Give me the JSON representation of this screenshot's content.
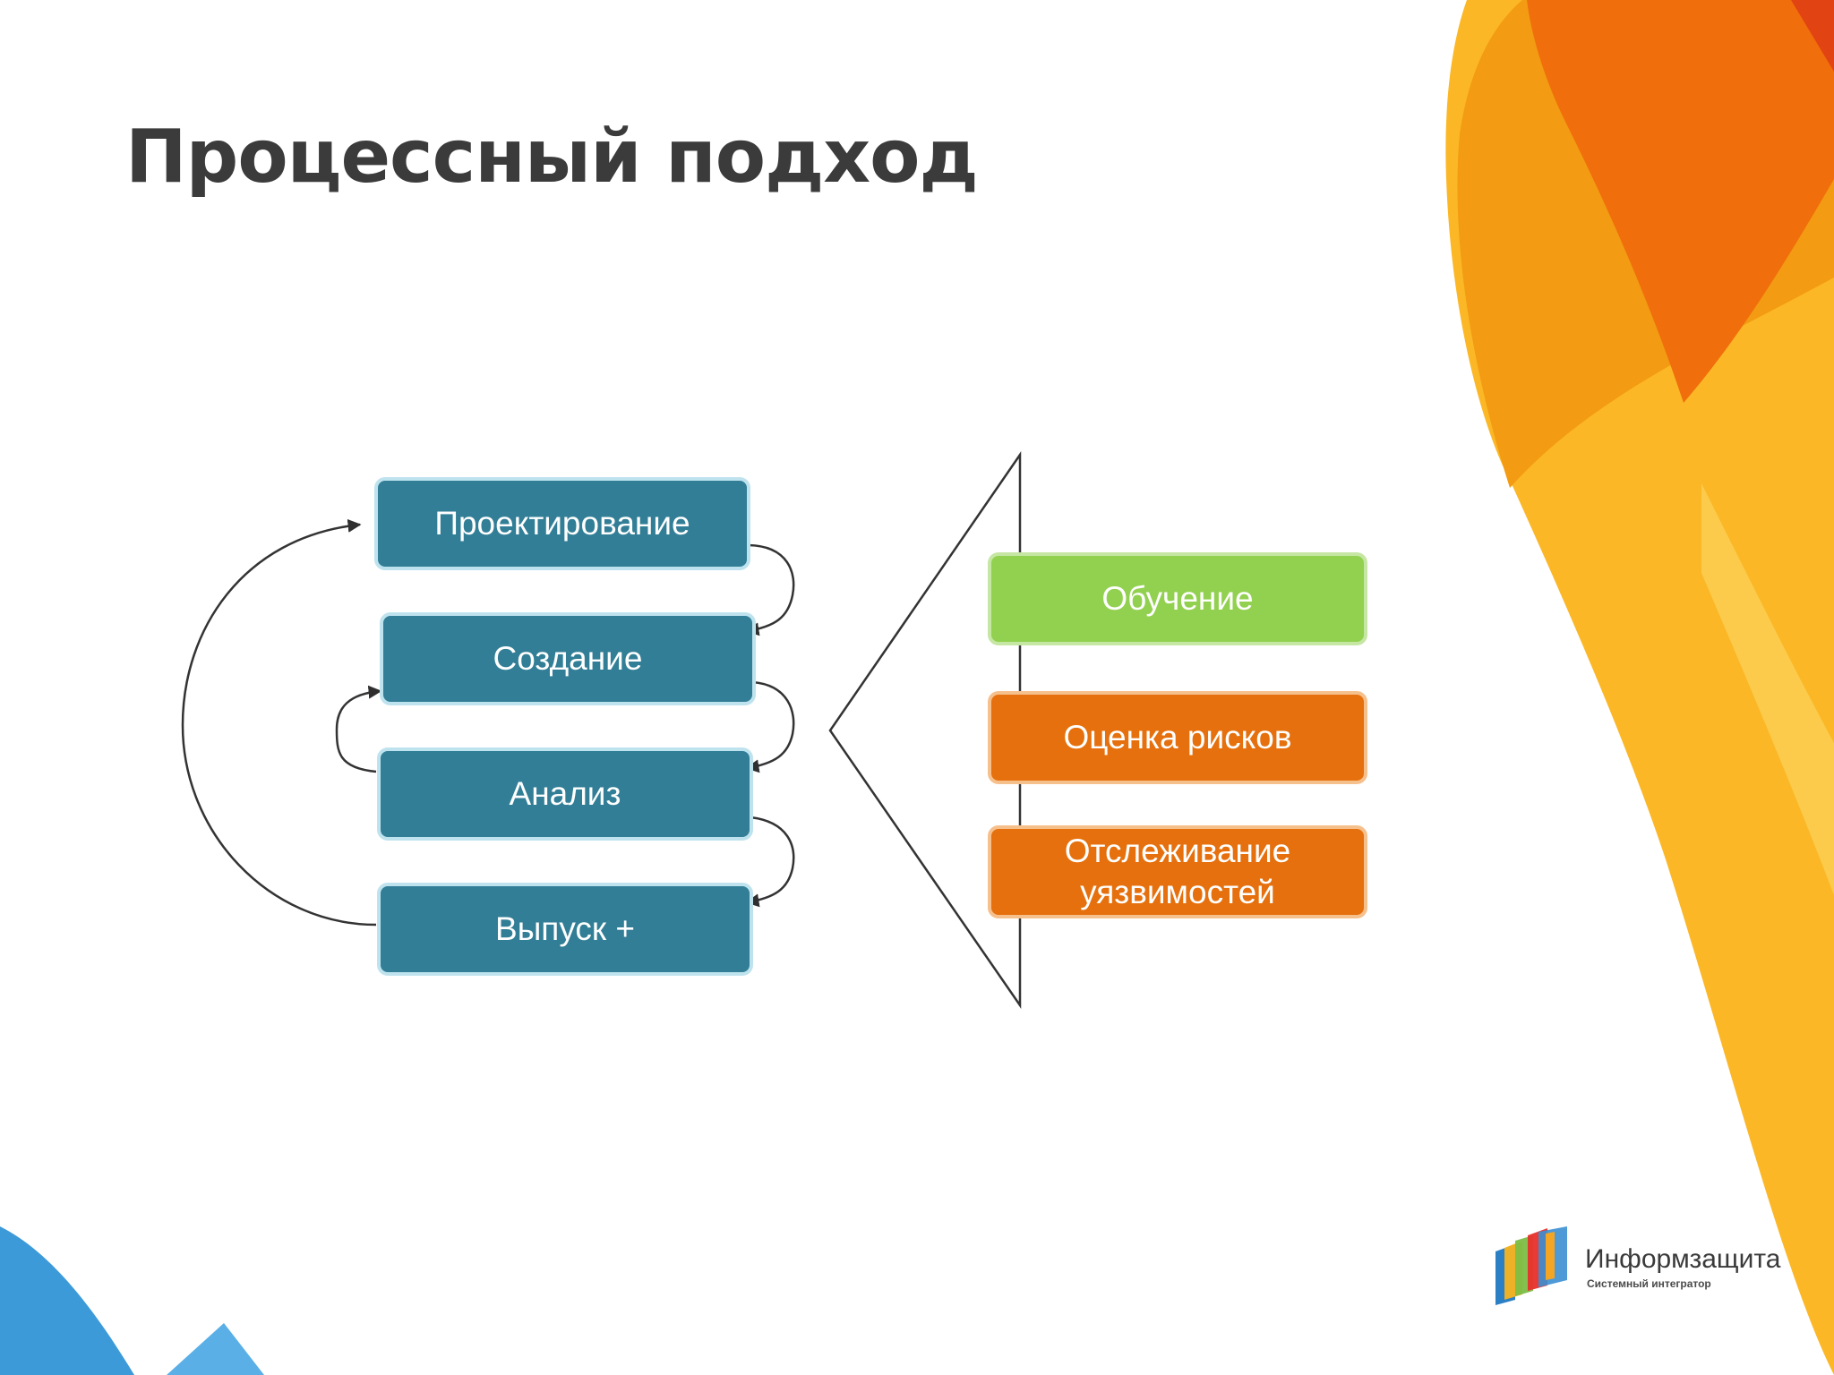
{
  "slide": {
    "title": "Процессный подход"
  },
  "process": {
    "steps": [
      {
        "label": "Проектирование"
      },
      {
        "label": "Создание"
      },
      {
        "label": "Анализ"
      },
      {
        "label": "Выпуск +"
      }
    ]
  },
  "practices": {
    "items": [
      {
        "label": "Обучение",
        "color": "#92d050"
      },
      {
        "label": "Оценка рисков",
        "color": "#e5700d"
      },
      {
        "label": "Отслеживание уязвимостей",
        "color": "#e5700d"
      }
    ]
  },
  "logo": {
    "name": "Информзащита",
    "tagline": "Системный интегратор"
  },
  "colors": {
    "process_box": "#317e96",
    "process_border": "#bfe3ee",
    "accent_orange": "#f07c00",
    "accent_yellow": "#fbb726",
    "accent_blue": "#3d9ad8"
  }
}
